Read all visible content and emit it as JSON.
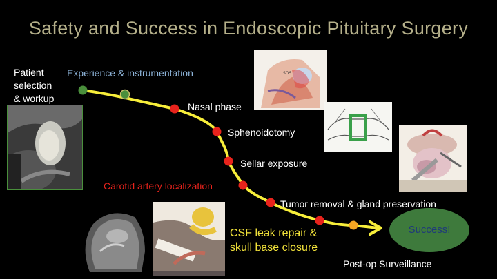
{
  "title": "Safety and Success in Endoscopic Pituitary Surgery",
  "labels": {
    "patient": [
      "Patient",
      "selection",
      "& workup"
    ],
    "experience": "Experience & instrumentation",
    "nasal": "Nasal phase",
    "sphenoid": "Sphenoidotomy",
    "sellar": "Sellar exposure",
    "carotid": "Carotid artery localization",
    "tumor": "Tumor removal & gland preservation",
    "csf": [
      "CSF leak repair &",
      "skull base closure"
    ],
    "postop": "Post-op Surveillance",
    "success": "Success!"
  },
  "illustration_text": {
    "sos": "SOS"
  },
  "colors": {
    "title": "#b5b08a",
    "path": "#f7ee3a",
    "dot_red": "#e8231c",
    "dot_green": "#4a8f3c",
    "dot_orange": "#f5a623",
    "success_fill": "#3e7a3c",
    "success_text": "#1f3a7a"
  }
}
